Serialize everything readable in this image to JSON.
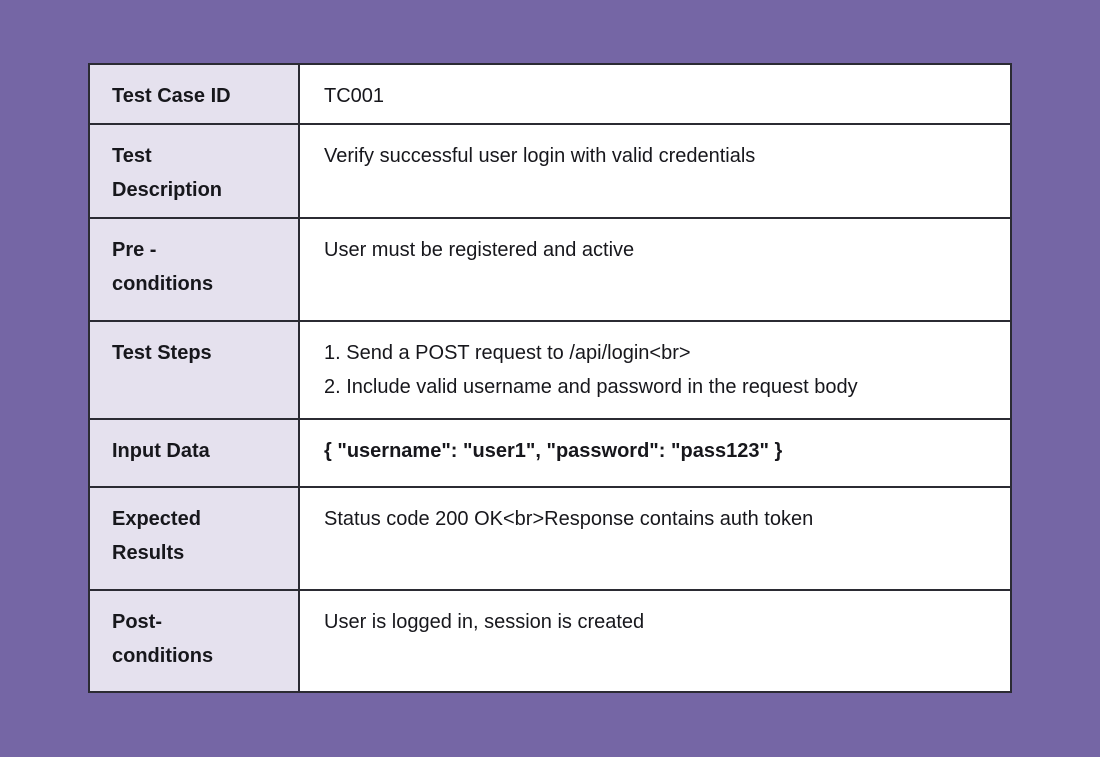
{
  "page": {
    "background_color": "#7566a5"
  },
  "table": {
    "label_column_bg": "#e5e1ee",
    "value_column_bg": "#ffffff",
    "border_color": "#2b2b33",
    "text_color": "#17171c",
    "rows": [
      {
        "label": "Test Case ID",
        "value": "TC001"
      },
      {
        "label": "Test Description",
        "value": "Verify successful user login with valid credentials"
      },
      {
        "label": "Pre - conditions",
        "value": "User must be registered and active"
      },
      {
        "label": "Test Steps",
        "lines": [
          "1. Send a POST request to /api/login<br>",
          "2. Include valid username and password in the request body"
        ]
      },
      {
        "label": "Input Data",
        "value": "{ \"username\": \"user1\", \"password\": \"pass123\" }"
      },
      {
        "label": "Expected Results",
        "value": "Status code 200 OK<br>Response contains auth token"
      },
      {
        "label": "Post-conditions",
        "value": "User is logged in, session is created"
      }
    ]
  }
}
